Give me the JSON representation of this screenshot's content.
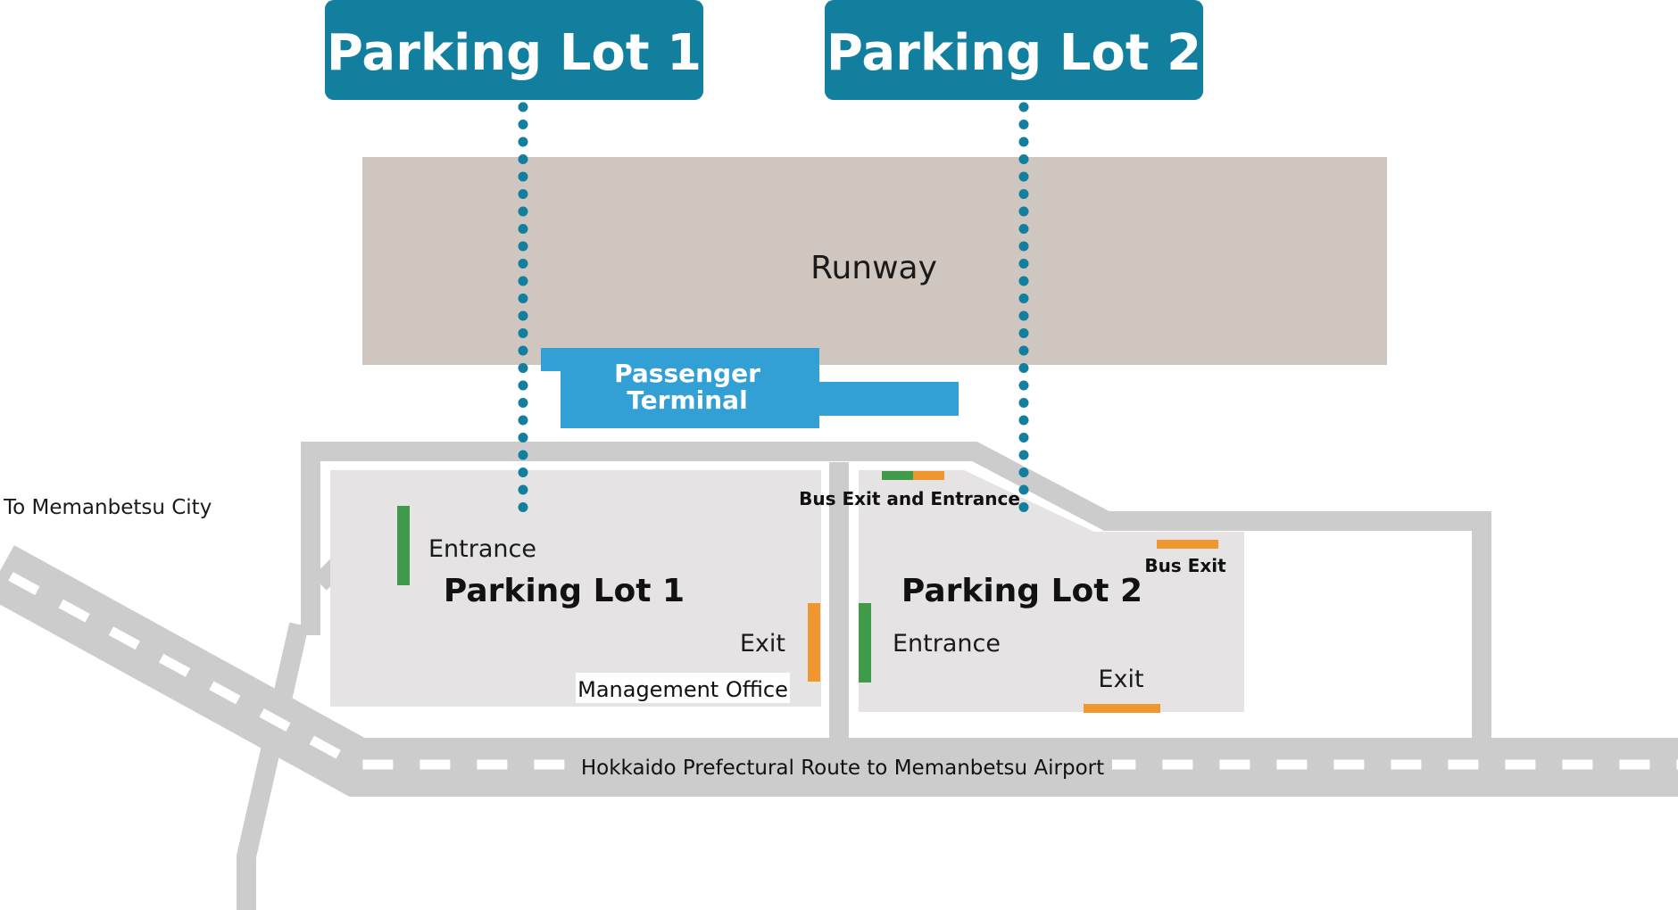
{
  "callouts": {
    "lot1": "Parking Lot 1",
    "lot2": "Parking Lot 2"
  },
  "areas": {
    "runway": "Runway",
    "terminal_line1": "Passenger",
    "terminal_line2": "Terminal"
  },
  "lot1": {
    "title": "Parking Lot 1",
    "entrance": "Entrance",
    "exit": "Exit",
    "office": "Management Office"
  },
  "lot2": {
    "title": "Parking Lot 2",
    "entrance": "Entrance",
    "exit": "Exit",
    "bus_exit_entrance": "Bus Exit and Entrance",
    "bus_exit": "Bus Exit"
  },
  "roads": {
    "to_city": "To Memanbetsu City",
    "route": "Hokkaido Prefectural Route to Memanbetsu Airport"
  },
  "colors": {
    "callout": "#127f9f",
    "dotted_line": "#127f9f",
    "runway": "#cfc6bf",
    "terminal": "#33a0d5",
    "lot": "#e5e3e3",
    "road": "#cccccc",
    "entrance_marker": "#3f9b4a",
    "exit_marker": "#ef962f"
  }
}
